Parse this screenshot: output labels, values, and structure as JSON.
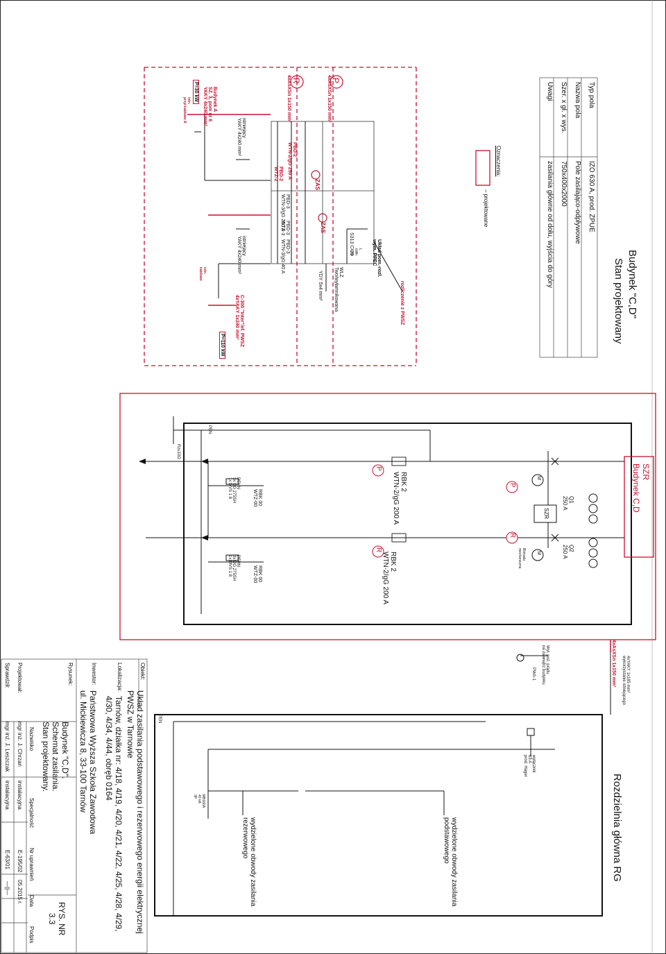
{
  "header": {
    "title_line1": "Budynek \"C,D\"",
    "title_line2": "Stan projektowany"
  },
  "field_table": {
    "rows": [
      {
        "label": "Typ pola",
        "value": "IZO 630 A, prod. ZPUE"
      },
      {
        "label": "Nazwa pola",
        "value": "Pole zasilająco-odpływowe"
      },
      {
        "label": "Szer. x gł. x wys.",
        "value": "750x400x2000"
      },
      {
        "label": "Uwagi",
        "value": "zasilania główne od dołu, wyjścia do góry"
      }
    ]
  },
  "legend": {
    "title": "Oznaczenia:",
    "item": "– projektowane"
  },
  "station": {
    "fuse_top": "PBD-2\nWTN-2/gG 250 A",
    "zas1": "ZAS",
    "zas2": "ZAS",
    "fuse_mid1": "PBD-2\nWTZ-2",
    "fuse_mid2": "PBD-3\nWTN-3/gG 250 A",
    "fuse_mid3": "PBD-3\nWTZ-3",
    "fuse_mid4": "PBD-3\nWTN-3/gG 40 A",
    "s313": "S313 C-25",
    "relay": "L\nkWh\n3-faz",
    "system_label": "Układ pom.-rozl.\nwym. PPEC",
    "meter": "WLZ\nTwo/wyłamnikowana",
    "cable_ydy": "YDY 5x4 mm²",
    "ppec_note": "rozliczenie z PWSZ",
    "p_label": "P",
    "r_label": "R",
    "cable_p": "4xAsXSn 1x150 mm²",
    "cable_r": "4xAsXSn 1x150 mm²",
    "istn_1": "istniejący\nYAKY 4x240 mm²",
    "istn_2": "istniejący\nYAKY 4x240 mm²",
    "budynek_a": "Budynek A\nSZ. 3, pom nr 6\nYAKY 4x240 mm²",
    "p30": "P=30 kW",
    "agregat": "C-300 \"Inter\"/ef. PWSZ\n4xYAKY 1x240 mm²",
    "p110": "P=110 kW",
    "mark_istn": "istn.\nprzył.kablowe A",
    "mark_istn2": "istn.\nkablowe"
  },
  "szr": {
    "title_line1": "SZR",
    "title_line2": "Budynek C,D",
    "q1": "Q1\n250 A",
    "q2": "Q2\n250 A",
    "szr_box": "SZR",
    "block": "Blokada\nmechaniczna",
    "rbk_left": "RBK 2\nWTN-2/gG 200 A",
    "rbk_right": "RBK 2\nWTN-2/gG 200 A",
    "pen": "PEN",
    "rbk00_left": "RBK 00\nWTZ-00",
    "rbk00_right": "RBK 00\nWTZ-00",
    "dehn_left": "DEHN\n3x DG 275SH\n1x MVS 1 8",
    "dehn_right": "DEHN\n3x DG 275SH\n1x MVS 1 8",
    "ground": "Rz≤10Ω",
    "m": "M",
    "p": "P",
    "r": "R"
  },
  "rg": {
    "title": "Rozdzielnia główna RG",
    "cable_in": "4xAsXSn 1x150 mm²",
    "cable_note": "4xYAKY 1x185 mm²\nwykorzystanie istniejącego",
    "pwa": "PWA-1",
    "pwa_note": "Wył. poż. prądu\nna zewnątrz budynku",
    "breaker": "wyłącznik\n63 A\nprod. Hager",
    "mb": "MB160A\n40 kA\n3P",
    "out_main": "wydzielone obwody zasilania\npodstawowego",
    "out_res": "wydzielone obwody zasilania\nrezerwowego",
    "pen": "PEN"
  },
  "title_block": {
    "obiekt_label": "Obiekt:",
    "obiekt": "Układ zasilania podstawowego i rezerwowego energii elektrycznej\nPWSZ w Tarnowie",
    "lokalizacja_label": "Lokalizacja:",
    "lokalizacja": "Tarnów, działka nr: 4/18, 4/19, 4/20, 4/21, 4/22, 4/25, 4/28, 4/29,\n4/30, 4/34, 4/44, obręb 0164",
    "inwestor_label": "Inwestor:",
    "inwestor": "Państwowa Wyższa Szkoła Zawodowa\nul. Mickiewicza 8, 33-100 Tarnów",
    "rysunek_label": "Rysunek:",
    "rysunek": "Budynek \"C,D\".\nSchemat zasilania.\nStan projektowany.",
    "rys_nr": "RYS. NR\n3.3",
    "headers": [
      "Nazwisko",
      "Specjalność",
      "Nr uprawnień",
      "Data",
      "Podpis"
    ],
    "rows": [
      {
        "role": "Projektował:",
        "name": "mgr inż. J. Chrzan",
        "spec": "instalacyjna",
        "nr": "E-195/02",
        "date": "05.2015 r."
      },
      {
        "role": "Sprawdził:",
        "name": "mgr inż. J. Leszczak",
        "spec": "instalacyjna",
        "nr": "E-63/01",
        "date": "—||—"
      }
    ]
  },
  "colors": {
    "red": "#c8102e",
    "line": "#111111"
  }
}
